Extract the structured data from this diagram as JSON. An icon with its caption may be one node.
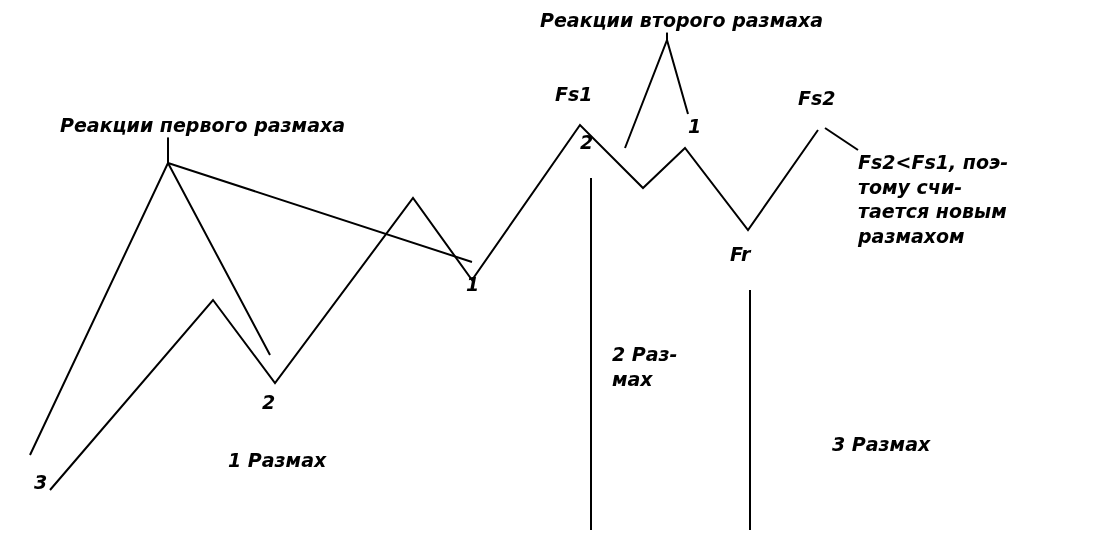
{
  "diagram": {
    "nodes": [
      {
        "text": [
          "Реакции первого размаха"
        ]
      },
      {
        "text": [
          "Реакции второго размаха"
        ]
      },
      {
        "text": [
          "Fs2<Fs1, поэ- тому счи- тается новым размахом"
        ]
      },
      {
        "text": [
          "1"
        ]
      }
    ],
    "edges": [
      {
        "from": 0,
        "to": null,
        "arrow": "none"
      },
      {
        "from": 0,
        "to": null,
        "arrow": "none"
      },
      {
        "from": 0,
        "to": null,
        "arrow": "none"
      },
      {
        "from": 1,
        "to": null,
        "arrow": "none"
      },
      {
        "from": 1,
        "to": 3,
        "arrow": "none"
      },
      {
        "from": 2,
        "to": null,
        "arrow": "none"
      }
    ],
    "labels": [
      "Fs1",
      "2",
      "Fs2",
      "Fr",
      "1",
      "2",
      "2 Раз- мах",
      "3 Размах",
      "3",
      "1 Размах"
    ]
  }
}
